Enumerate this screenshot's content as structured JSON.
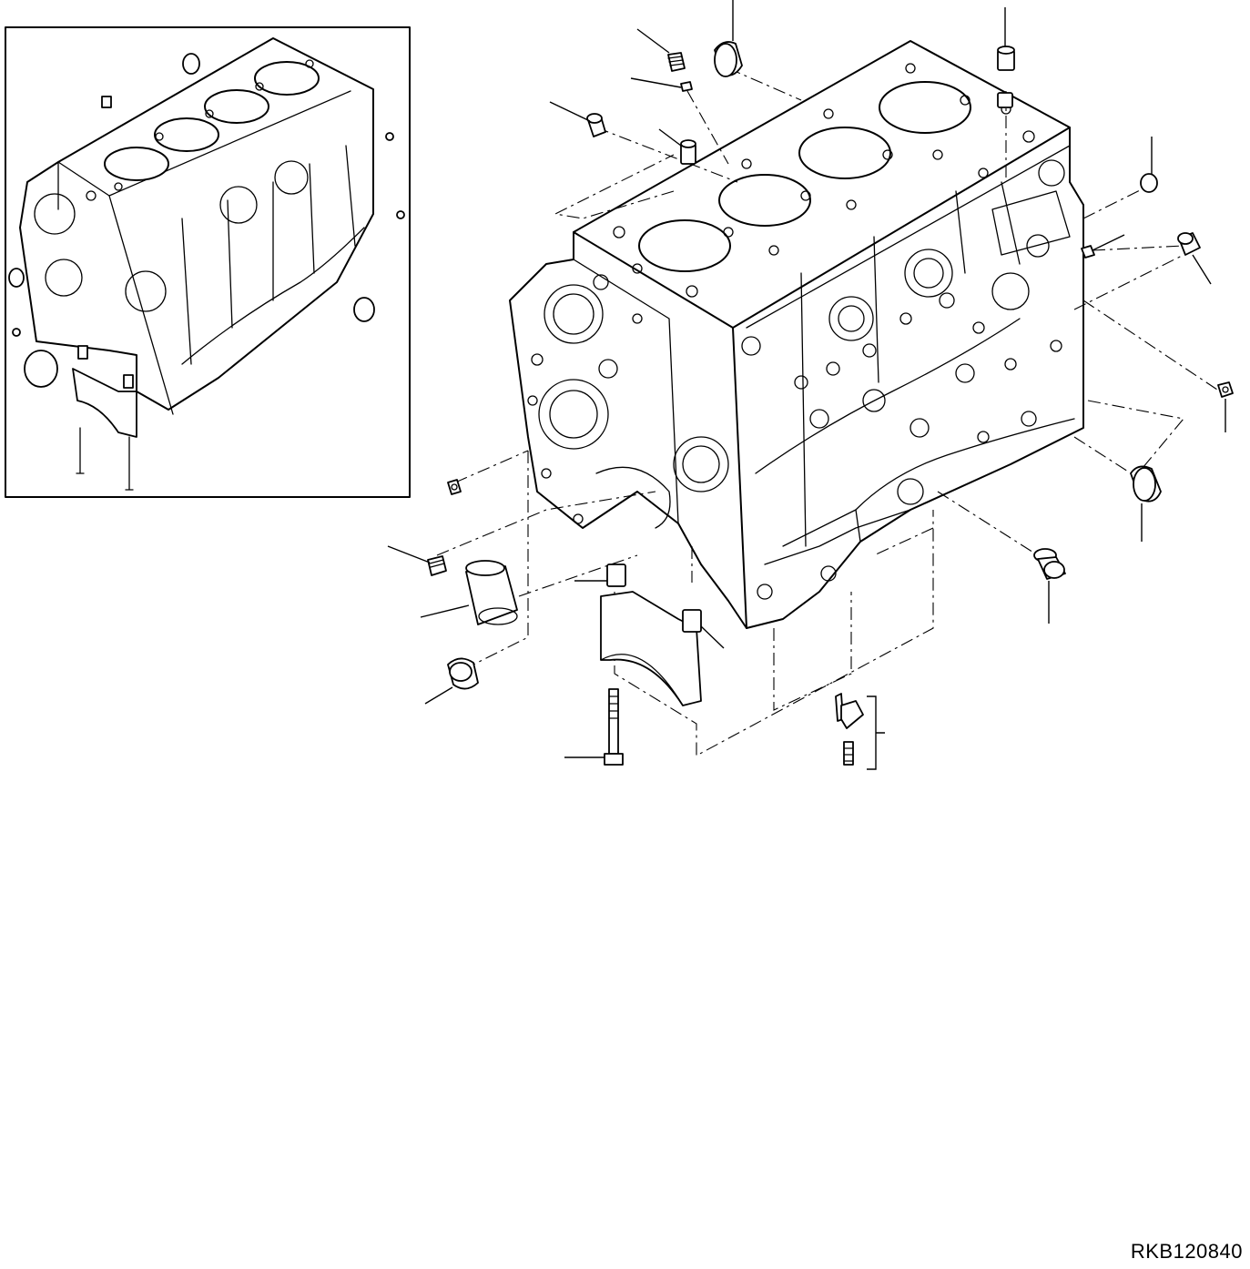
{
  "drawing_code": "RKB120840",
  "inset": {
    "description_visible": false
  },
  "parts": [
    {
      "id": "plug-top-left",
      "icon": "threaded-plug-icon"
    },
    {
      "id": "expansion-plug-top",
      "icon": "cup-plug-icon"
    },
    {
      "id": "dowel-top-right",
      "icon": "dowel-pin-icon"
    },
    {
      "id": "plug-right",
      "icon": "cup-plug-icon"
    },
    {
      "id": "bushing-right",
      "icon": "bushing-icon"
    },
    {
      "id": "nut-far-right",
      "icon": "nut-icon"
    },
    {
      "id": "cap-plug-right",
      "icon": "cup-plug-icon"
    },
    {
      "id": "flange-plug-right",
      "icon": "flange-plug-icon"
    },
    {
      "id": "main-bearing-cap",
      "icon": "bearing-cap-icon"
    },
    {
      "id": "cap-bolt",
      "icon": "bolt-icon"
    },
    {
      "id": "sleeve-left",
      "icon": "sleeve-icon"
    },
    {
      "id": "cup-left",
      "icon": "cup-plug-icon"
    },
    {
      "id": "nut-left",
      "icon": "nut-icon"
    },
    {
      "id": "oil-jet-assembly",
      "icon": "oil-jet-icon"
    }
  ]
}
